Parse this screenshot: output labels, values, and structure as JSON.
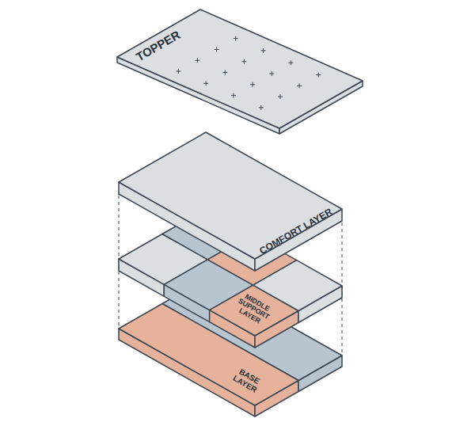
{
  "diagram": {
    "labels": [
      "TOPPER",
      "COMFORT LAYER",
      "MIDDLE SUPPORT LAYER",
      "BASE LAYER"
    ]
  }
}
